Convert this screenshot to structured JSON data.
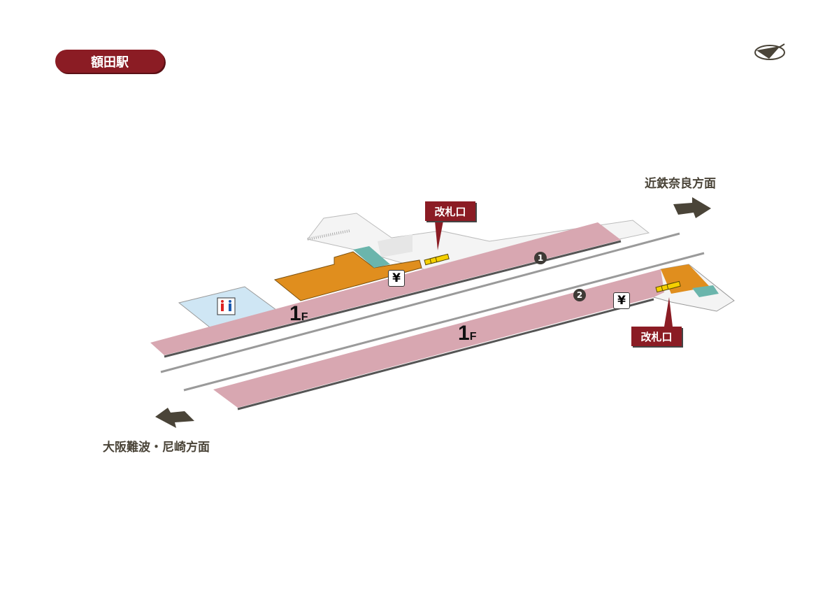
{
  "station_name": "額田駅",
  "directions": {
    "east": "近鉄奈良方面",
    "west": "大阪難波・尼崎方面"
  },
  "ticket_gate_label": "改札口",
  "floor_label": {
    "num": "1",
    "unit": "F"
  },
  "platforms": [
    "1",
    "2"
  ],
  "yen_label": "¥",
  "colors": {
    "platform": "#d8a7b1",
    "shop": "#e08e1e",
    "stairs": "#6bb5ac",
    "toilet": "#cfe6f4",
    "accent": "#8b1c24"
  }
}
